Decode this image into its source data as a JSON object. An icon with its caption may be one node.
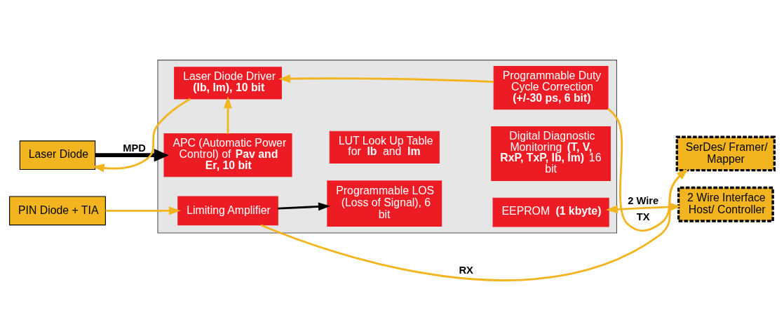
{
  "diagram": {
    "nodes": [
      {
        "text": [],
        "shape": "box"
      },
      {
        "text": [
          "APC (Automatic Power Control) of **Pav and Er, 10 bit**"
        ],
        "in": 0
      },
      {
        "text": [
          "LUT Look Up Table for **Ib** and **Im**"
        ],
        "in": 0
      },
      {
        "text": [
          "Digital Diagnostic Monitoring **(T, V, RxP, TxP, Ib, Im)** 16 bit"
        ],
        "in": 0
      },
      {
        "text": [
          "Laser Diode Driver **(Ib, Im), 10 bit**"
        ],
        "in": 0
      },
      {
        "text": [
          "Programmable Duty Cycle Correction **(+/-30 ps, 6 bit)**"
        ],
        "in": 0
      },
      {
        "text": [
          "Limiting Amplifier"
        ],
        "in": 0
      },
      {
        "text": [
          "Programmable LOS (Loss of Signal), 6 bit"
        ],
        "in": 0
      },
      {
        "text": [
          "EEPROM **(1 kbyte)**"
        ],
        "in": 0
      },
      {
        "text": [
          "Laser Diode"
        ]
      },
      {
        "text": [
          "PIN Diode + TIA"
        ]
      },
      {
        "text": [
          "SerDes/ Framer/ Mapper"
        ]
      },
      {
        "text": [
          "2 Wire Interface Host/ Controller"
        ]
      }
    ],
    "edges": [
      {
        "from": 9,
        "to": 1,
        "arrow": "to",
        "label": "MPD",
        "style": "thick",
        "color": "#000000"
      },
      {
        "from": 1,
        "to": 4,
        "arrow": "to"
      },
      {
        "from": 5,
        "to": 4,
        "arrow": "to"
      },
      {
        "from": 4,
        "to": 9,
        "arrow": "to"
      },
      {
        "from": 11,
        "to": 5,
        "arrow": "none",
        "label": "TX"
      },
      {
        "from": 10,
        "to": 6,
        "arrow": "to"
      },
      {
        "from": 6,
        "to": 11,
        "arrow": "to",
        "label": "RX"
      },
      {
        "from": 6,
        "to": 7,
        "arrow": "to",
        "color": "#000000"
      },
      {
        "from": 8,
        "to": 12,
        "arrow": "both",
        "label": "2 Wire"
      }
    ]
  }
}
